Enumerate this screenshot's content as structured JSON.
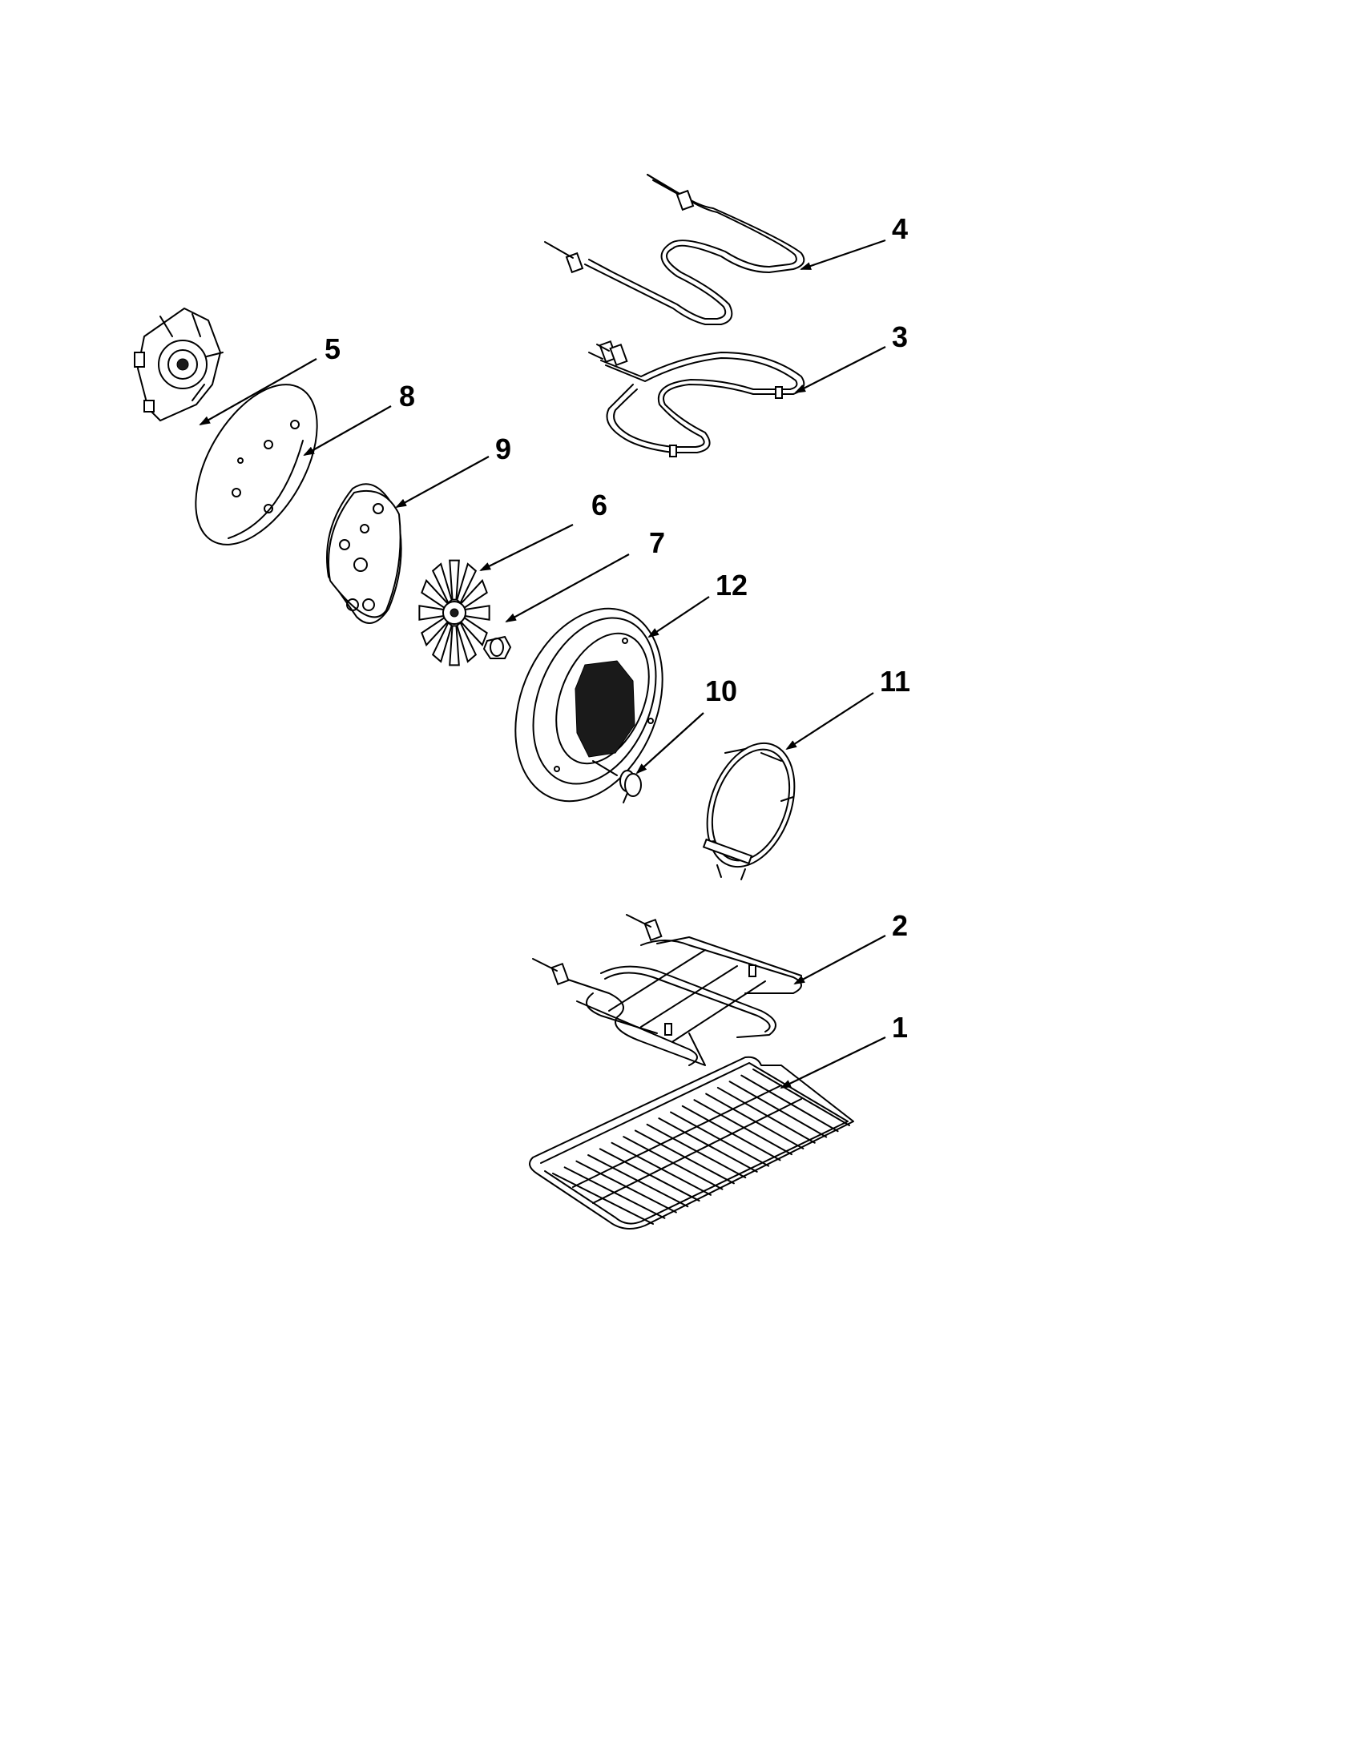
{
  "diagram": {
    "callouts": [
      {
        "id": "1",
        "label": "1"
      },
      {
        "id": "2",
        "label": "2"
      },
      {
        "id": "3",
        "label": "3"
      },
      {
        "id": "4",
        "label": "4"
      },
      {
        "id": "5",
        "label": "5"
      },
      {
        "id": "6",
        "label": "6"
      },
      {
        "id": "7",
        "label": "7"
      },
      {
        "id": "8",
        "label": "8"
      },
      {
        "id": "9",
        "label": "9"
      },
      {
        "id": "10",
        "label": "10"
      },
      {
        "id": "11",
        "label": "11"
      },
      {
        "id": "12",
        "label": "12"
      }
    ],
    "colors": {
      "line": "#000000",
      "background": "#ffffff"
    }
  }
}
